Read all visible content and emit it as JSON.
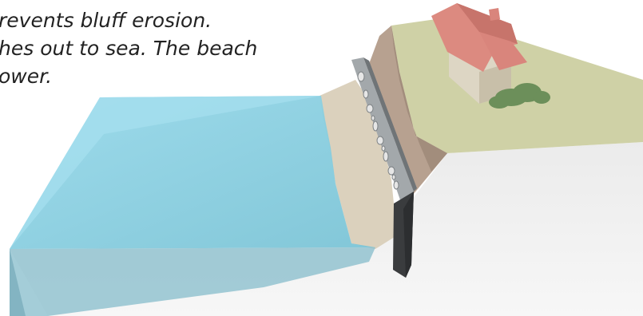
{
  "caption": {
    "line1": "revents bluff erosion.",
    "line2": "hes out to sea. The beach",
    "line3": "ower."
  },
  "colors": {
    "sea_top": "#8fd3e6",
    "sea_front": "#7fb7c7",
    "sand": "#d9cfbb",
    "bluff": "#b5a08e",
    "bluff_shadow": "#9c8878",
    "lawn": "#cfd1a6",
    "ground_front": "#e3e3e3",
    "seawall": "#9ea3a6",
    "seawall_dark": "#3b3d3f",
    "roof": "#d9857c",
    "house_wall": "#ddd6c4",
    "shrub": "#6c8f5a"
  }
}
